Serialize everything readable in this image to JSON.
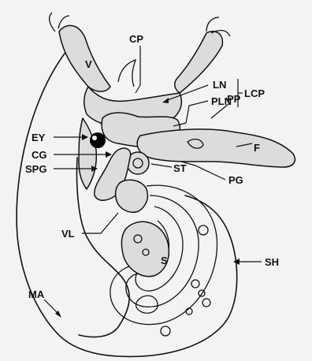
{
  "labels": {
    "cp": "CP",
    "v": "V",
    "ln": "LN",
    "pln": "PLN",
    "lcp": "LCP",
    "ey": "EY",
    "cg": "CG",
    "pp": "PP",
    "f": "F",
    "spg": "SPG",
    "st": "ST",
    "pg": "PG",
    "vl": "VL",
    "s": "S",
    "sh": "SH",
    "ma": "MA"
  }
}
